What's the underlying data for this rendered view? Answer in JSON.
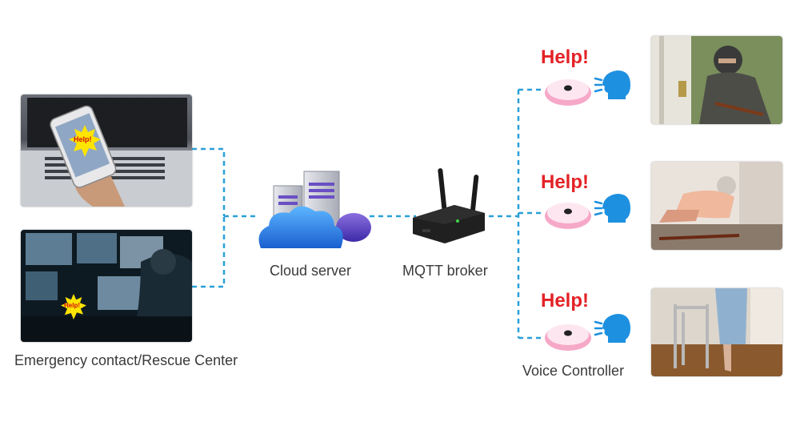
{
  "labels": {
    "left": "Emergency contact/Rescue Center",
    "cloud": "Cloud server",
    "broker": "MQTT broker",
    "voice": "Voice Controller"
  },
  "bubble_text": "Help!",
  "help_calls": [
    "Help!",
    "Help!",
    "Help!"
  ],
  "icons": [
    "cloud-server-icon",
    "router-icon",
    "speaker-device-icon",
    "speaking-head-icon"
  ],
  "colors": {
    "connector": "#2a9fd8",
    "help_text": "#e32227",
    "bubble": "#ffe400",
    "head": "#1e90e0",
    "device_ring": "#f6a8c8"
  }
}
